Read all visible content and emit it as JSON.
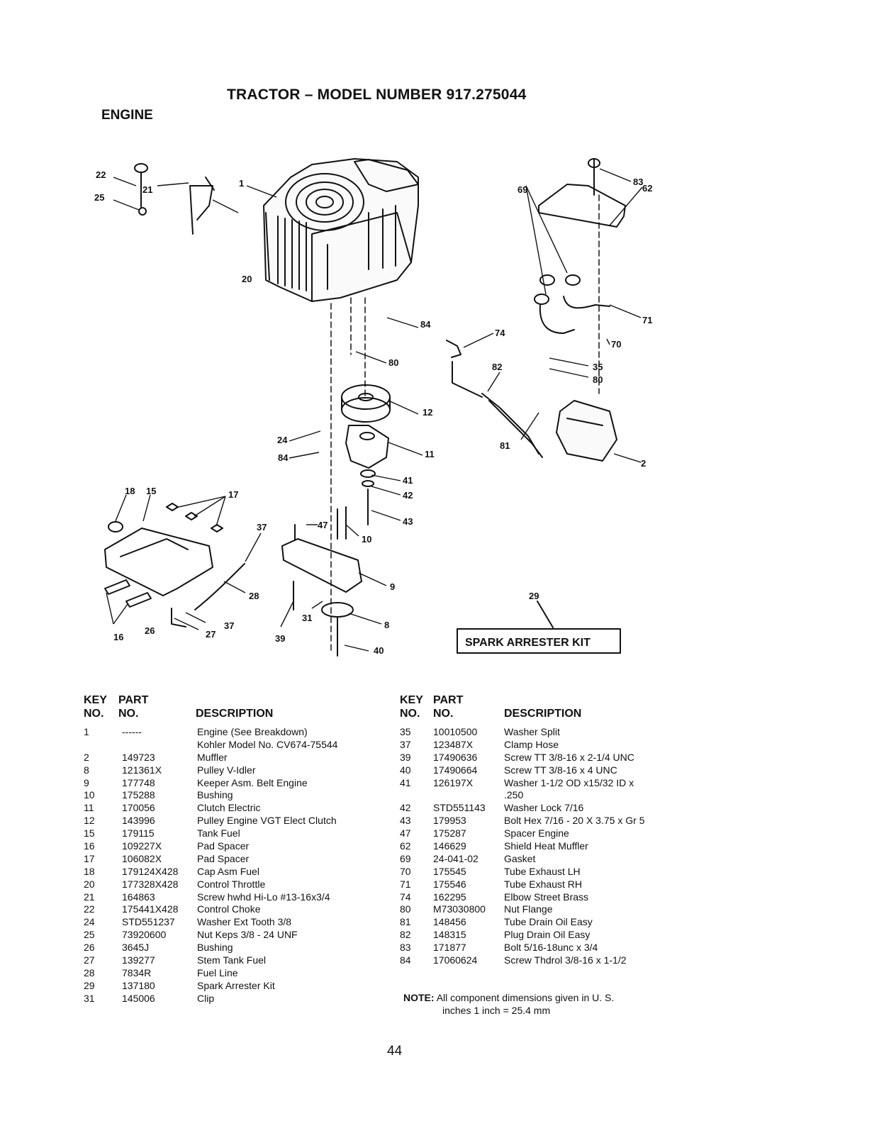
{
  "title": "TRACTOR – MODEL NUMBER 917.275044",
  "section": "ENGINE",
  "diagram": {
    "callouts": [
      "22",
      "25",
      "21",
      "20",
      "1",
      "84",
      "80",
      "12",
      "24",
      "84",
      "11",
      "41",
      "42",
      "43",
      "18",
      "15",
      "17",
      "37",
      "47",
      "10",
      "9",
      "28",
      "31",
      "8",
      "16",
      "26",
      "27",
      "37",
      "39",
      "40",
      "83",
      "62",
      "69",
      "71",
      "70",
      "74",
      "82",
      "35",
      "80",
      "81",
      "2",
      "29"
    ],
    "kit_label": "SPARK ARRESTER KIT"
  },
  "table_headers": {
    "key": "KEY",
    "no": "NO.",
    "part": "PART",
    "description": "DESCRIPTION"
  },
  "parts_left": [
    {
      "key": "1",
      "part": "------",
      "desc": "Engine (See Breakdown)"
    },
    {
      "key": "",
      "part": "",
      "desc": "Kohler Model No. CV674-75544"
    },
    {
      "key": "2",
      "part": "149723",
      "desc": "Muffler"
    },
    {
      "key": "8",
      "part": "121361X",
      "desc": "Pulley V-Idler"
    },
    {
      "key": "9",
      "part": "177748",
      "desc": "Keeper Asm. Belt Engine"
    },
    {
      "key": "10",
      "part": "175288",
      "desc": "Bushing"
    },
    {
      "key": "11",
      "part": "170056",
      "desc": "Clutch Electric"
    },
    {
      "key": "12",
      "part": "143996",
      "desc": "Pulley Engine VGT Elect Clutch"
    },
    {
      "key": "15",
      "part": "179115",
      "desc": "Tank Fuel"
    },
    {
      "key": "16",
      "part": "109227X",
      "desc": "Pad Spacer"
    },
    {
      "key": "17",
      "part": "106082X",
      "desc": "Pad Spacer"
    },
    {
      "key": "18",
      "part": "179124X428",
      "desc": "Cap Asm Fuel"
    },
    {
      "key": "20",
      "part": "177328X428",
      "desc": "Control Throttle"
    },
    {
      "key": "21",
      "part": "164863",
      "desc": "Screw hwhd Hi-Lo #13-16x3/4"
    },
    {
      "key": "22",
      "part": "175441X428",
      "desc": "Control Choke"
    },
    {
      "key": "24",
      "part": "STD551237",
      "desc": "Washer Ext Tooth 3/8"
    },
    {
      "key": "25",
      "part": "73920600",
      "desc": "Nut Keps 3/8 - 24 UNF"
    },
    {
      "key": "26",
      "part": "3645J",
      "desc": "Bushing"
    },
    {
      "key": "27",
      "part": "139277",
      "desc": "Stem Tank Fuel"
    },
    {
      "key": "28",
      "part": "7834R",
      "desc": "Fuel Line"
    },
    {
      "key": "29",
      "part": "137180",
      "desc": "Spark Arrester Kit"
    },
    {
      "key": "31",
      "part": "145006",
      "desc": "Clip"
    }
  ],
  "parts_right": [
    {
      "key": "35",
      "part": "10010500",
      "desc": "Washer Split"
    },
    {
      "key": "37",
      "part": "123487X",
      "desc": "Clamp Hose"
    },
    {
      "key": "39",
      "part": "17490636",
      "desc": "Screw TT 3/8-16 x 2-1/4 UNC"
    },
    {
      "key": "40",
      "part": "17490664",
      "desc": "Screw TT 3/8-16 x 4 UNC"
    },
    {
      "key": "41",
      "part": "126197X",
      "desc": "Washer 1-1/2 OD x15/32 ID x"
    },
    {
      "key": "",
      "part": "",
      "desc": ".250"
    },
    {
      "key": "42",
      "part": "STD551143",
      "desc": "Washer Lock 7/16"
    },
    {
      "key": "43",
      "part": "179953",
      "desc": "Bolt Hex 7/16 - 20 X 3.75 x Gr 5"
    },
    {
      "key": "47",
      "part": "175287",
      "desc": "Spacer Engine"
    },
    {
      "key": "62",
      "part": "146629",
      "desc": "Shield Heat Muffler"
    },
    {
      "key": "69",
      "part": "24-041-02",
      "desc": "Gasket"
    },
    {
      "key": "70",
      "part": "175545",
      "desc": "Tube Exhaust LH"
    },
    {
      "key": "71",
      "part": "175546",
      "desc": "Tube Exhaust RH"
    },
    {
      "key": "74",
      "part": "162295",
      "desc": "Elbow Street Brass"
    },
    {
      "key": "80",
      "part": "M73030800",
      "desc": "Nut Flange"
    },
    {
      "key": "81",
      "part": "148456",
      "desc": "Tube Drain Oil Easy"
    },
    {
      "key": "82",
      "part": "148315",
      "desc": "Plug Drain Oil Easy"
    },
    {
      "key": "83",
      "part": "171877",
      "desc": "Bolt 5/16-18unc x 3/4"
    },
    {
      "key": "84",
      "part": "17060624",
      "desc": "Screw Thdrol 3/8-16 x 1-1/2"
    }
  ],
  "note": {
    "label": "NOTE:",
    "line1": "All component dimensions given in U. S.",
    "line2": "inches 1 inch = 25.4 mm"
  },
  "page_number": "44"
}
